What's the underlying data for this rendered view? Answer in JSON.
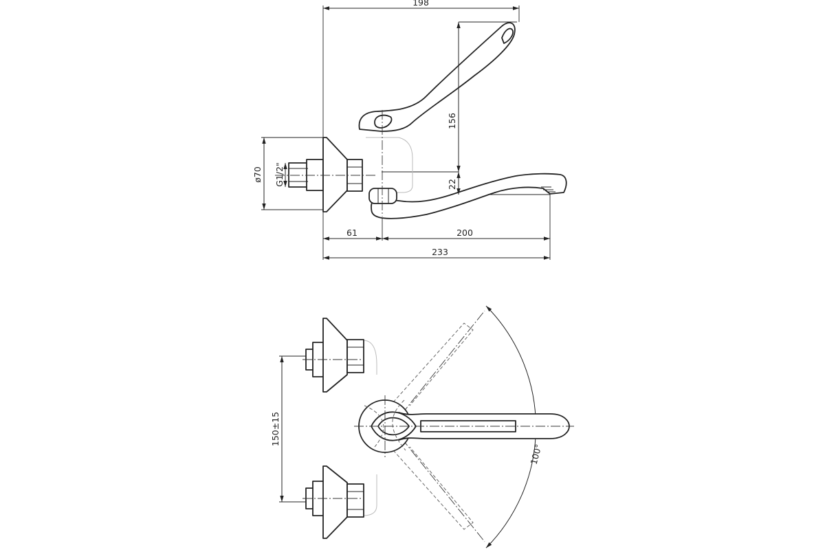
{
  "dimensions": {
    "overall_height": "198",
    "handle_height": "156",
    "spout_offset": "22",
    "escutcheon_diameter": "ø70",
    "thread": "G1/2\"",
    "body_projection": "61",
    "spout_reach": "200",
    "total_length": "233",
    "inlet_spacing": "150±15",
    "swivel_angle": "100°"
  },
  "colors": {
    "line": "#222222",
    "background": "#ffffff",
    "ghost": "#bbbbbb"
  }
}
